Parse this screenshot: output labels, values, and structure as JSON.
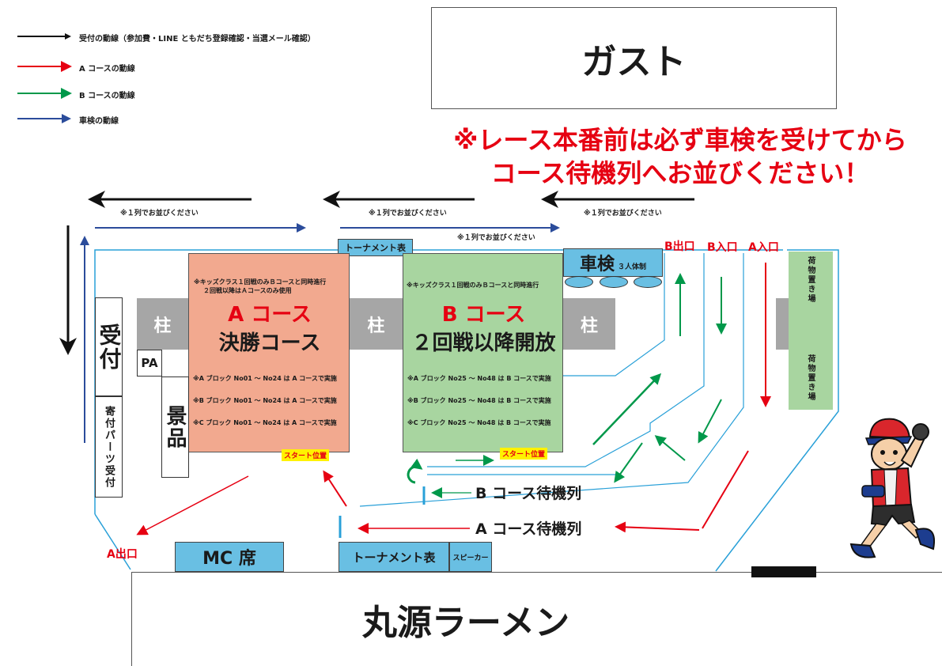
{
  "legend": [
    {
      "label": "受付の動線（参加費・LINE ともだち登録確認・当選メール確認）",
      "color": "#111111"
    },
    {
      "label": "A コースの動線",
      "color": "#e60012"
    },
    {
      "label": "B コースの動線",
      "color": "#00984a"
    },
    {
      "label": "車検の動線",
      "color": "#2b4c9b"
    }
  ],
  "buildings": {
    "top": "ガスト",
    "bottom": "丸源ラーメン"
  },
  "notice": {
    "line1": "※レース本番前は必ず車検を受けてから",
    "line2": "コース待機列へお並びください！",
    "color": "#e60012"
  },
  "queue_notes": {
    "left": "※１列でお並びください",
    "middle": "※１列でお並びください",
    "right": "※１列でお並びください",
    "lower": "※１列でお並びください"
  },
  "tournament_board": "トーナメント表",
  "course_a": {
    "title": "A コース",
    "subtitle": "決勝コース",
    "note1": "※キッズクラス１回戦のみＢコースと同時進行",
    "note2": "２回戦以降はＡコースのみ使用",
    "blocks": [
      "※A ブロック No01 ～ No24 は A コースで実施",
      "※B ブロック No01 ～ No24 は A コースで実施",
      "※C ブロック No01 ～ No24 は A コースで実施"
    ],
    "start": "スタート位置",
    "color": "#f2a98f"
  },
  "course_b": {
    "title": "B コース",
    "subtitle": "２回戦以降開放",
    "note1": "※キッズクラス１回戦のみＢコースと同時進行",
    "blocks": [
      "※A ブロック No25 ～ No48 は B コースで実施",
      "※B ブロック No25 ～ No48 は B コースで実施",
      "※C ブロック No25 ～ No48 は B コースで実施"
    ],
    "start": "スタート位置",
    "color": "#a8d5a0"
  },
  "pillar": "柱",
  "shaken": {
    "title": "車検",
    "sub": "３人体制"
  },
  "exits": {
    "b_out": "B出口",
    "b_in": "B入口",
    "a_in": "A入口",
    "a_out": "A出口"
  },
  "baggage": {
    "top": "荷物置き場",
    "bottom": "荷物置き場"
  },
  "reception": "受付",
  "pa": "PA",
  "prizes": "景品",
  "parts": "寄付パーツ受付",
  "queues": {
    "b": "B コース待機列",
    "a": "A コース待機列"
  },
  "mc": "MC 席",
  "tournament_board_bottom": "トーナメント表",
  "speaker": "スピーカー"
}
